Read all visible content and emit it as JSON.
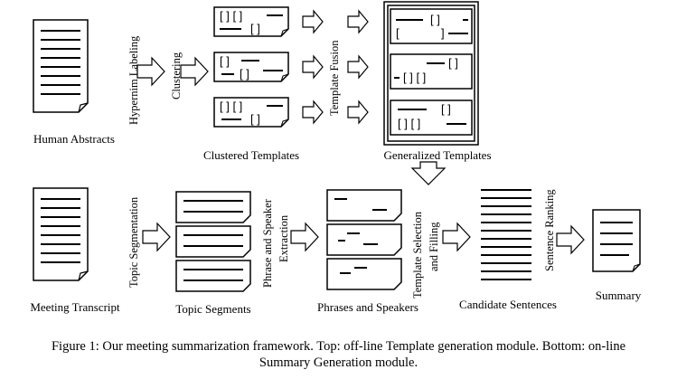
{
  "labels": {
    "human_abstracts": "Human Abstracts",
    "hypernim_labeling": "Hypernim Labeling",
    "clustering": "Clustering",
    "clustered_templates": "Clustered Templates",
    "template_fusion": "Template Fusion",
    "generalized_templates": "Generalized Templates",
    "meeting_transcript": "Meeting Transcript",
    "topic_segmentation": "Topic Segmentation",
    "topic_segments": "Topic Segments",
    "phrase_speaker_1": "Phrase and Speaker",
    "phrase_speaker_2": "Extraction",
    "phrases_and_speakers": "Phrases and Speakers",
    "template_selection_1": "Template Selection",
    "template_selection_2": "and Filling",
    "candidate_sentences": "Candidate Sentences",
    "sentence_ranking": "Sentence Ranking",
    "summary": "Summary"
  },
  "caption": {
    "line1": "Figure 1: Our meeting summarization framework. Top: off-line Template generation module. Bottom: on-line",
    "line2": "Summary Generation module."
  }
}
